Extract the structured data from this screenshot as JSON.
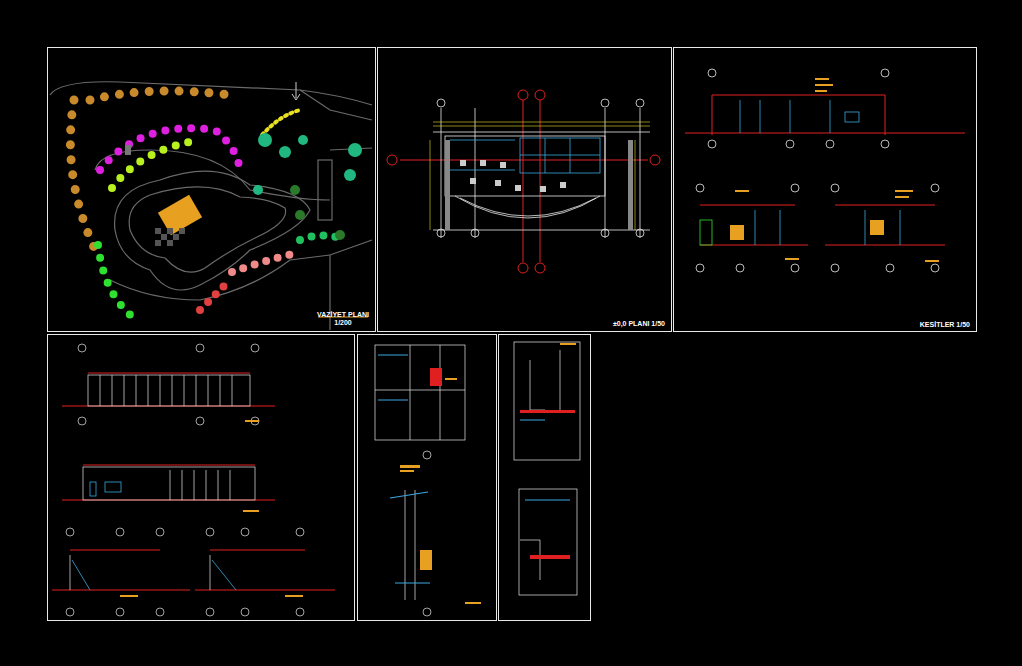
{
  "diagram": {
    "nodes": [
      {
        "text": [
          "VAZİYET PLANI 1/200"
        ]
      },
      {
        "text": [
          "±0,0 PLANI 1/50"
        ]
      },
      {
        "text": [
          "KESİTLER 1/50"
        ]
      }
    ]
  }
}
